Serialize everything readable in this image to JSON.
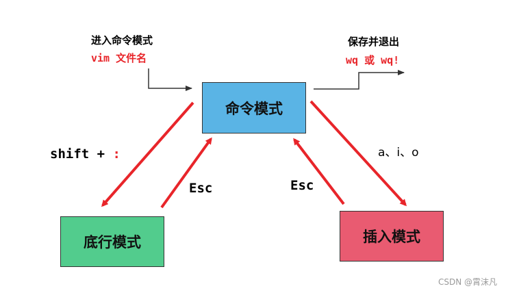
{
  "modes": {
    "command": "命令模式",
    "bottom_line": "底行模式",
    "insert": "插入模式"
  },
  "enter": {
    "title": "进入命令模式",
    "command": "vim 文件名"
  },
  "save_exit": {
    "title": "保存并退出",
    "command": "wq 或 wq!"
  },
  "transitions": {
    "to_bottom_prefix": "shift + ",
    "to_bottom_key": ":",
    "bottom_to_command": "Esc",
    "insert_to_command": "Esc",
    "to_insert": "a、i、o"
  },
  "watermark": "CSDN @霄沫凡",
  "colors": {
    "command_box": "#5ab4e5",
    "bottom_box": "#52cc8d",
    "insert_box": "#e95b71",
    "arrow_red": "#e8252a",
    "accent_text_red": "#e8252a"
  }
}
